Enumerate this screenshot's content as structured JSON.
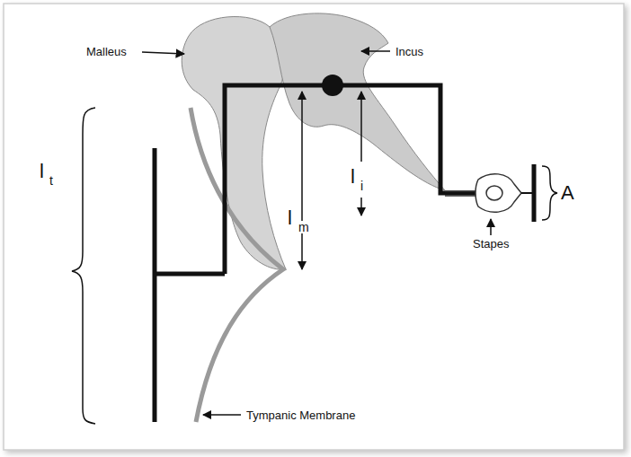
{
  "diagram": {
    "labels": [
      "Malleus",
      "Incus",
      "l",
      "m",
      "l",
      "i",
      "Stapes",
      "A",
      "l",
      "t",
      "Tympanic Membrane"
    ]
  }
}
